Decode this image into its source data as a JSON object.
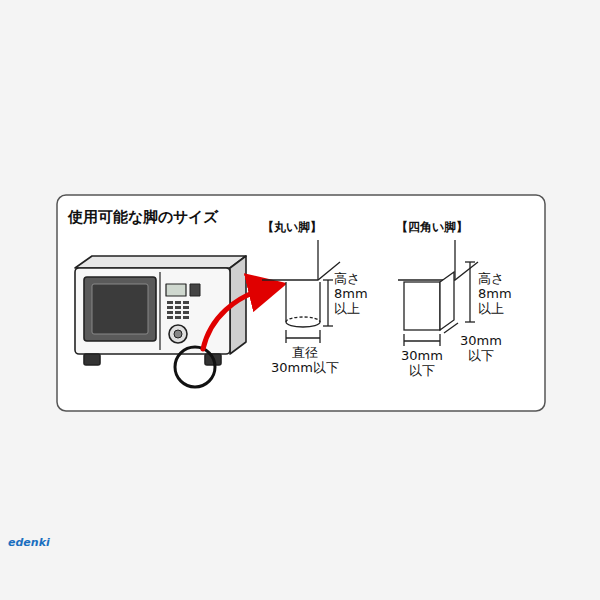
{
  "diagram": {
    "title": "使用可能な脚のサイズ",
    "labels": [
      "【丸い脚】",
      "高さ 8mm 以上",
      "直径 30mm以下",
      "【四角い脚】",
      "高さ 8mm 以上",
      "30mm 以下",
      "30mm 以下",
      "edenki"
    ]
  }
}
